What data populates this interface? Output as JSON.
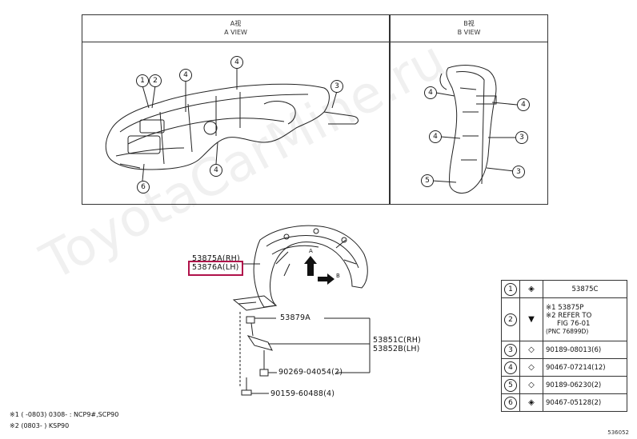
{
  "views": {
    "a_title": "A视",
    "a_subtitle": "A VIEW",
    "b_title": "B视",
    "b_subtitle": "B VIEW"
  },
  "callouts": {
    "c1": "1",
    "c2": "2",
    "c3": "3",
    "c4": "4",
    "c5": "5",
    "c6": "6"
  },
  "parts": {
    "p53875a": "53875A(RH)",
    "p53876a": "53876A(LH)",
    "p53879a": "53879A",
    "p53851c": "53851C(RH)",
    "p53852b": "53852B(LH)",
    "p90269": "90269-04054(2)",
    "p90159": "90159-60488(4)",
    "arrow_a": "A",
    "arrow_b": "B"
  },
  "legend": [
    {
      "num": "1",
      "icon": "clip-icon",
      "lines": [
        "53875C"
      ]
    },
    {
      "num": "2",
      "icon": "pin-icon",
      "lines": [
        "※1 53875P",
        "※2 REFER TO",
        "FIG 76-01",
        "(PNC 76899D)"
      ]
    },
    {
      "num": "3",
      "icon": "clip-icon",
      "lines": [
        "90189-08013(6)"
      ]
    },
    {
      "num": "4",
      "icon": "clip-icon",
      "lines": [
        "90467-07214(12)"
      ]
    },
    {
      "num": "5",
      "icon": "clip-icon",
      "lines": [
        "90189-06230(2)"
      ]
    },
    {
      "num": "6",
      "icon": "clip-icon",
      "lines": [
        "90467-05128(2)"
      ]
    }
  ],
  "notes": {
    "n1": "※1 (      -0803) 0308-       : NCP9#,SCP90",
    "n2": "※2 (0803-          ) KSP90"
  },
  "watermark": "ToyotaCarMine.ru",
  "figure_id": "536052"
}
